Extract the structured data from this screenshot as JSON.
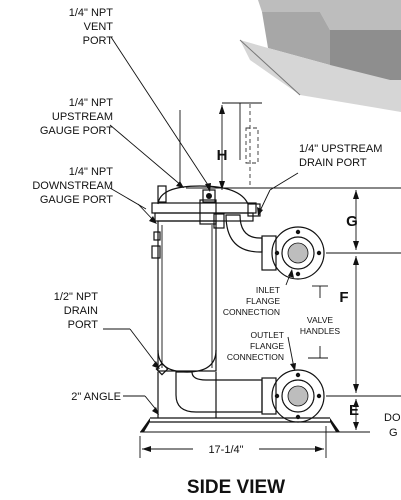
{
  "labels": {
    "vent_port": [
      "1/4\" NPT",
      "VENT",
      "PORT"
    ],
    "upstream_gauge_port": [
      "1/4\" NPT",
      "UPSTREAM",
      "GAUGE PORT"
    ],
    "downstream_gauge_port": [
      "1/4\" NPT",
      "DOWNSTREAM",
      "GAUGE PORT"
    ],
    "drain_port": [
      "1/2\" NPT",
      "DRAIN",
      "PORT"
    ],
    "angle": "2\" ANGLE",
    "upstream_drain_port": [
      "1/4\" UPSTREAM",
      "DRAIN PORT"
    ],
    "inlet_flange": [
      "INLET",
      "FLANGE",
      "CONNECTION"
    ],
    "valve_handles": [
      "VALVE",
      "HANDLES"
    ],
    "outlet_flange": [
      "OUTLET",
      "FLANGE",
      "CONNECTION"
    ],
    "cut_off": [
      "DO",
      "G"
    ]
  },
  "dimensions": {
    "h": "H",
    "g": "G",
    "f": "F",
    "e": "E",
    "width": "17-1/4\""
  },
  "title": "SIDE VIEW"
}
